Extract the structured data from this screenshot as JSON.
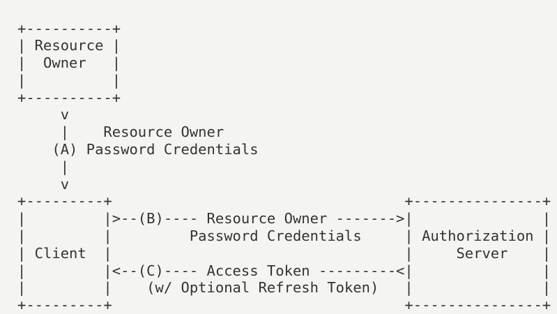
{
  "figure": {
    "name": "oauth2-resource-owner-password-credentials-flow",
    "type": "ascii-art-diagram",
    "background_color": "#f4f4f2",
    "text_color": "#333333",
    "char_columns": 62,
    "char_rows": 14,
    "lines": [
      "+----------+",
      "| Resource |",
      "|  Owner   |",
      "|          |",
      "+----------+",
      "     v",
      "     |    Resource Owner",
      "    (A) Password Credentials",
      "     |",
      "     v",
      "+---------+                                  +---------------+",
      "|         |>--(B)---- Resource Owner ------->|               |",
      "|         |         Password Credentials     | Authorization |",
      "| Client  |                                  |     Server    |",
      "|         |<--(C)---- Access Token ---------<|               |",
      "|         |    (w/ Optional Refresh Token)   |               |",
      "+---------+                                  +---------------+"
    ],
    "boxes": [
      {
        "id": "resource-owner-box",
        "label": "Resource Owner",
        "line1": "Resource",
        "line2": "Owner",
        "width_chars": 12
      },
      {
        "id": "client-box",
        "label": "Client",
        "line1": "Client",
        "width_chars": 11
      },
      {
        "id": "authorization-server-box",
        "label": "Authorization Server",
        "line1": "Authorization",
        "line2": "Server",
        "width_chars": 17
      }
    ],
    "flows": [
      {
        "id": "flow-a",
        "marker": "(A)",
        "label_line1": "Resource Owner",
        "label_line2": "Password Credentials",
        "from": "Resource Owner",
        "to": "Client",
        "direction": "down"
      },
      {
        "id": "flow-b",
        "marker": "(B)",
        "label_line1": "Resource Owner",
        "label_line2": "Password Credentials",
        "from": "Client",
        "to": "Authorization Server",
        "direction": "right"
      },
      {
        "id": "flow-c",
        "marker": "(C)",
        "label_line1": "Access Token",
        "label_line2": "(w/ Optional Refresh Token)",
        "from": "Authorization Server",
        "to": "Client",
        "direction": "left"
      }
    ]
  }
}
